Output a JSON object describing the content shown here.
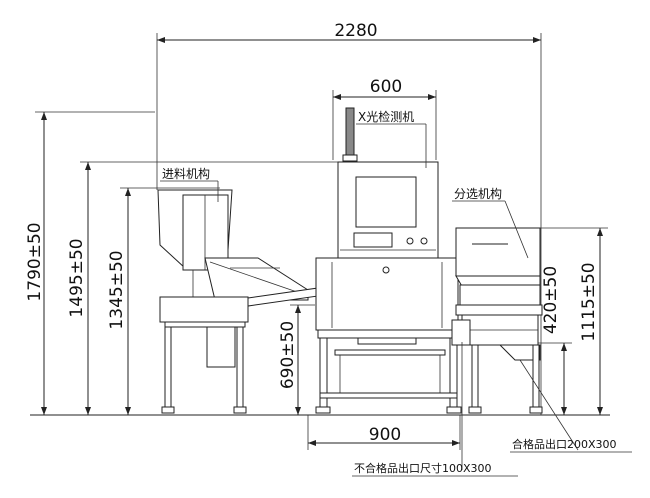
{
  "dimensions": {
    "total_width": "2280",
    "xray_width": "600",
    "base_width": "900",
    "height_total": "1790±50",
    "height_feed": "1495±50",
    "height_feed_hopper": "1345±50",
    "height_conveyor": "690±50",
    "height_outlet": "420±50",
    "height_sorter": "1115±50"
  },
  "labels": {
    "xray": "X光检测机",
    "feed": "进料机构",
    "sorter": "分选机构",
    "good_outlet": "合格品出口200X300",
    "reject_outlet": "不合格品出口尺寸100X300"
  }
}
